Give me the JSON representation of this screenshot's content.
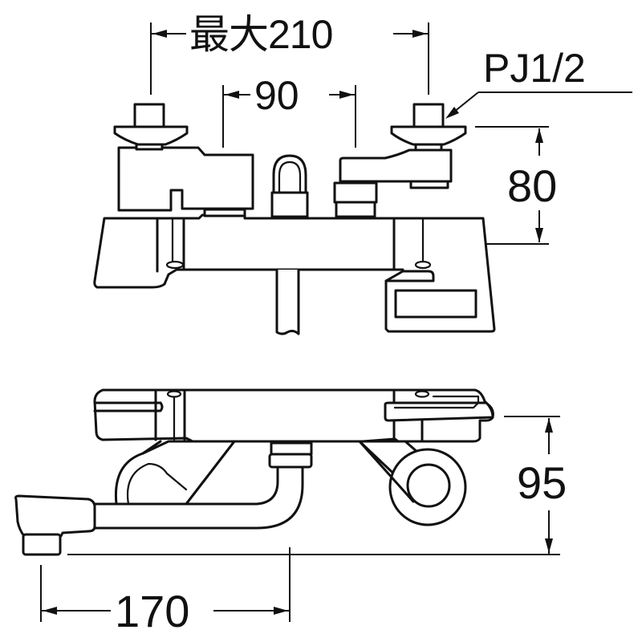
{
  "drawing": {
    "title": "Wall-mounted faucet dimension drawing",
    "views": [
      "top-view",
      "front-view"
    ],
    "line_color": "#111111",
    "background_color": "#ffffff"
  },
  "dimensions": {
    "max_pitch": {
      "label": "最大210",
      "value": 210,
      "unit": "mm",
      "prefix": "最大"
    },
    "pitch_90": {
      "label": "90",
      "value": 90,
      "unit": "mm"
    },
    "thread_spec": {
      "label": "PJ1/2"
    },
    "height_80": {
      "label": "80",
      "value": 80,
      "unit": "mm"
    },
    "height_95": {
      "label": "95",
      "value": 95,
      "unit": "mm"
    },
    "spout_170": {
      "label": "170",
      "value": 170,
      "unit": "mm"
    }
  }
}
